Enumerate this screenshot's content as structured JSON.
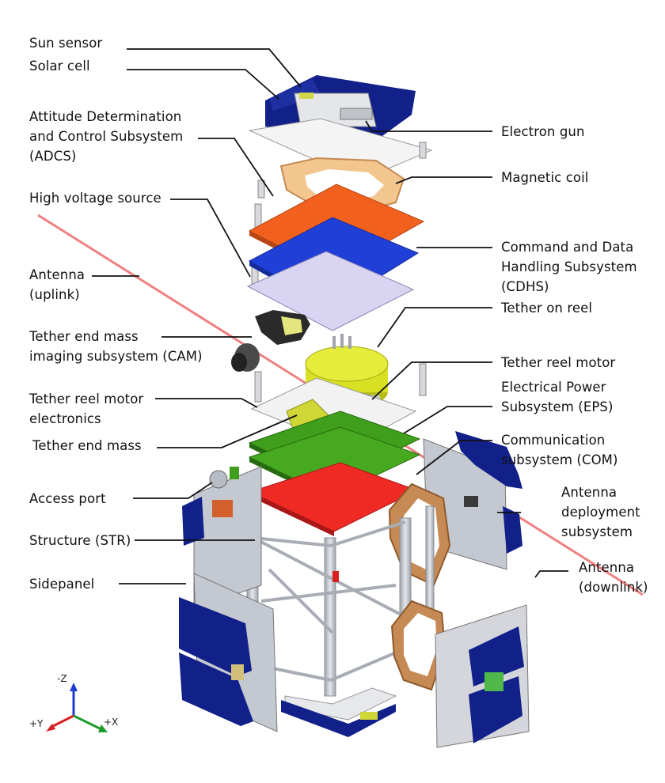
{
  "labels": {
    "sun_sensor": "Sun sensor",
    "solar_cell": "Solar cell",
    "adcs": "Attitude Determination\nand Control Subsystem\n(ADCS)",
    "high_voltage": "High voltage source",
    "antenna_uplink": "Antenna\n(uplink)",
    "cam": "Tether end mass\nimaging subsystem (CAM)",
    "reel_motor_electronics": "Tether reel motor\nelectronics",
    "tether_end_mass": "Tether end mass",
    "access_port": "Access port",
    "structure": "Structure (STR)",
    "sidepanel": "Sidepanel",
    "electron_gun": "Electron gun",
    "magnetic_coil": "Magnetic coil",
    "cdhs": "Command and Data\nHandling Subsystem\n(CDHS)",
    "tether_on_reel": "Tether on reel",
    "tether_reel_motor": "Tether reel motor",
    "eps": "Electrical Power\nSubsystem (EPS)",
    "com": "Communication\nsubsystem (COM)",
    "antenna_deployment": "Antenna\ndeployment\nsubsystem",
    "antenna_downlink": "Antenna\n(downlink)"
  },
  "axes": {
    "z": "-Z",
    "y": "+Y",
    "x": "+X"
  },
  "colors": {
    "solar_panel": "#12208a",
    "adcs_board": "#f2601e",
    "high_voltage_board": "#1f3fd6",
    "pcb_green": "#3f9e1c",
    "com_board": "#ef2a24",
    "coil": "#f3c690",
    "coil_dark": "#b87844",
    "reel": "#d9e024",
    "tether_line": "#f08080",
    "structure": "#b8bcc4",
    "axis_z": "#1c3ad0",
    "axis_y": "#d82020",
    "axis_x": "#1f9a2a"
  }
}
